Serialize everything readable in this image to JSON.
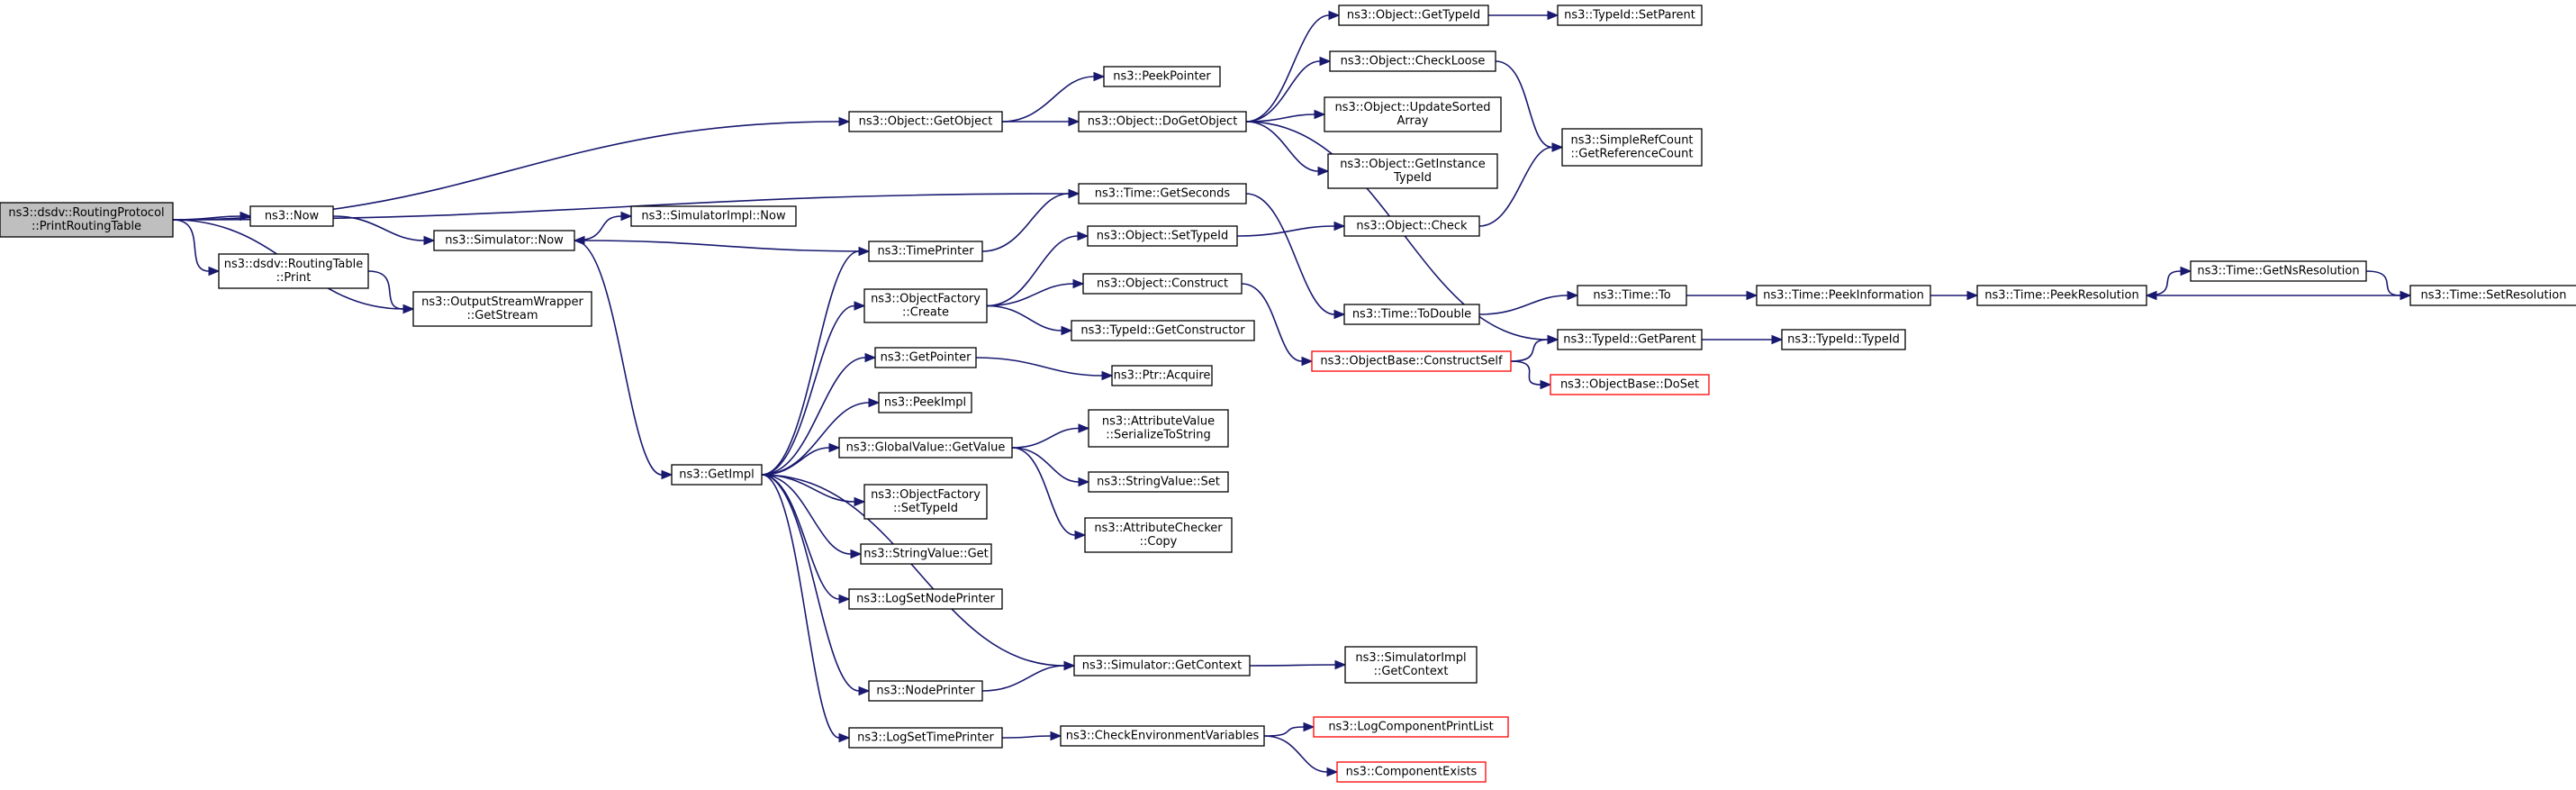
{
  "nodes": [
    {
      "id": "root",
      "lines": [
        "ns3::dsdv::RoutingProtocol",
        "::PrintRoutingTable"
      ],
      "style": "root"
    },
    {
      "id": "getobject",
      "lines": [
        "ns3::Object::GetObject"
      ]
    },
    {
      "id": "peekpointer",
      "lines": [
        "ns3::PeekPointer"
      ]
    },
    {
      "id": "dogetobject",
      "lines": [
        "ns3::Object::DoGetObject"
      ]
    },
    {
      "id": "obj_gettypeid",
      "lines": [
        "ns3::Object::GetTypeId"
      ]
    },
    {
      "id": "typeid_setparent",
      "lines": [
        "ns3::TypeId::SetParent"
      ]
    },
    {
      "id": "checkloose",
      "lines": [
        "ns3::Object::CheckLoose"
      ]
    },
    {
      "id": "updatesorted",
      "lines": [
        "ns3::Object::UpdateSorted",
        "Array"
      ]
    },
    {
      "id": "getinstance",
      "lines": [
        "ns3::Object::GetInstance",
        "TypeId"
      ]
    },
    {
      "id": "refcount",
      "lines": [
        "ns3::SimpleRefCount",
        "::GetReferenceCount"
      ]
    },
    {
      "id": "now",
      "lines": [
        "ns3::Now"
      ]
    },
    {
      "id": "sim_now",
      "lines": [
        "ns3::Simulator::Now"
      ]
    },
    {
      "id": "simimpl_now",
      "lines": [
        "ns3::SimulatorImpl::Now"
      ]
    },
    {
      "id": "getseconds",
      "lines": [
        "ns3::Time::GetSeconds"
      ]
    },
    {
      "id": "obj_check",
      "lines": [
        "ns3::Object::Check"
      ]
    },
    {
      "id": "rt_print",
      "lines": [
        "ns3::dsdv::RoutingTable",
        "::Print"
      ]
    },
    {
      "id": "getstream",
      "lines": [
        "ns3::OutputStreamWrapper",
        "::GetStream"
      ]
    },
    {
      "id": "timeprinter",
      "lines": [
        "ns3::TimePrinter"
      ]
    },
    {
      "id": "factory_create",
      "lines": [
        "ns3::ObjectFactory",
        "::Create"
      ]
    },
    {
      "id": "obj_settypeid",
      "lines": [
        "ns3::Object::SetTypeId"
      ]
    },
    {
      "id": "obj_construct",
      "lines": [
        "ns3::Object::Construct"
      ]
    },
    {
      "id": "typeid_getctor",
      "lines": [
        "ns3::TypeId::GetConstructor"
      ]
    },
    {
      "id": "todouble",
      "lines": [
        "ns3::Time::ToDouble"
      ]
    },
    {
      "id": "time_to",
      "lines": [
        "ns3::Time::To"
      ]
    },
    {
      "id": "peekinfo",
      "lines": [
        "ns3::Time::PeekInformation"
      ]
    },
    {
      "id": "peekres",
      "lines": [
        "ns3::Time::PeekResolution"
      ]
    },
    {
      "id": "getnsres",
      "lines": [
        "ns3::Time::GetNsResolution"
      ]
    },
    {
      "id": "setres",
      "lines": [
        "ns3::Time::SetResolution"
      ]
    },
    {
      "id": "constructself",
      "lines": [
        "ns3::ObjectBase::ConstructSelf"
      ],
      "style": "red"
    },
    {
      "id": "typeid_getparent",
      "lines": [
        "ns3::TypeId::GetParent"
      ]
    },
    {
      "id": "typeid_typeid",
      "lines": [
        "ns3::TypeId::TypeId"
      ]
    },
    {
      "id": "doset",
      "lines": [
        "ns3::ObjectBase::DoSet"
      ],
      "style": "red"
    },
    {
      "id": "getpointer",
      "lines": [
        "ns3::GetPointer"
      ]
    },
    {
      "id": "ptr_acquire",
      "lines": [
        "ns3::Ptr::Acquire"
      ]
    },
    {
      "id": "peekimpl",
      "lines": [
        "ns3::PeekImpl"
      ]
    },
    {
      "id": "globalvalue_get",
      "lines": [
        "ns3::GlobalValue::GetValue"
      ]
    },
    {
      "id": "attr_serialize",
      "lines": [
        "ns3::AttributeValue",
        "::SerializeToString"
      ]
    },
    {
      "id": "getimpl",
      "lines": [
        "ns3::GetImpl"
      ]
    },
    {
      "id": "stringvalue_set",
      "lines": [
        "ns3::StringValue::Set"
      ]
    },
    {
      "id": "factory_settypeid",
      "lines": [
        "ns3::ObjectFactory",
        "::SetTypeId"
      ]
    },
    {
      "id": "attrchecker_copy",
      "lines": [
        "ns3::AttributeChecker",
        "::Copy"
      ]
    },
    {
      "id": "stringvalue_get",
      "lines": [
        "ns3::StringValue::Get"
      ]
    },
    {
      "id": "lognodeprinter",
      "lines": [
        "ns3::LogSetNodePrinter"
      ]
    },
    {
      "id": "sim_getcontext",
      "lines": [
        "ns3::Simulator::GetContext"
      ]
    },
    {
      "id": "simimpl_getcontext",
      "lines": [
        "ns3::SimulatorImpl",
        "::GetContext"
      ]
    },
    {
      "id": "nodeprinter",
      "lines": [
        "ns3::NodePrinter"
      ]
    },
    {
      "id": "logtimeprinter",
      "lines": [
        "ns3::LogSetTimePrinter"
      ]
    },
    {
      "id": "checkenv",
      "lines": [
        "ns3::CheckEnvironmentVariables"
      ]
    },
    {
      "id": "logcomplist",
      "lines": [
        "ns3::LogComponentPrintList"
      ],
      "style": "red"
    },
    {
      "id": "compexists",
      "lines": [
        "ns3::ComponentExists"
      ],
      "style": "red"
    }
  ],
  "edges": [
    [
      "root",
      "getobject"
    ],
    [
      "root",
      "getseconds"
    ],
    [
      "root",
      "now"
    ],
    [
      "root",
      "rt_print"
    ],
    [
      "root",
      "getstream"
    ],
    [
      "getobject",
      "peekpointer"
    ],
    [
      "getobject",
      "dogetobject"
    ],
    [
      "dogetobject",
      "obj_gettypeid"
    ],
    [
      "dogetobject",
      "checkloose"
    ],
    [
      "dogetobject",
      "updatesorted"
    ],
    [
      "dogetobject",
      "getinstance"
    ],
    [
      "dogetobject",
      "typeid_getparent"
    ],
    [
      "obj_gettypeid",
      "typeid_setparent"
    ],
    [
      "checkloose",
      "refcount"
    ],
    [
      "now",
      "sim_now"
    ],
    [
      "sim_now",
      "simimpl_now"
    ],
    [
      "sim_now",
      "getimpl"
    ],
    [
      "rt_print",
      "getstream"
    ],
    [
      "timeprinter",
      "sim_now"
    ],
    [
      "timeprinter",
      "getseconds"
    ],
    [
      "getseconds",
      "todouble"
    ],
    [
      "obj_check",
      "refcount"
    ],
    [
      "todouble",
      "time_to"
    ],
    [
      "time_to",
      "peekinfo"
    ],
    [
      "peekinfo",
      "peekres"
    ],
    [
      "peekres",
      "getnsres"
    ],
    [
      "getnsres",
      "setres"
    ],
    [
      "setres",
      "peekres"
    ],
    [
      "factory_create",
      "obj_settypeid"
    ],
    [
      "factory_create",
      "obj_construct"
    ],
    [
      "factory_create",
      "typeid_getctor"
    ],
    [
      "obj_settypeid",
      "obj_check"
    ],
    [
      "obj_construct",
      "constructself"
    ],
    [
      "constructself",
      "typeid_getparent"
    ],
    [
      "constructself",
      "doset"
    ],
    [
      "typeid_getparent",
      "typeid_typeid"
    ],
    [
      "getpointer",
      "ptr_acquire"
    ],
    [
      "globalvalue_get",
      "attr_serialize"
    ],
    [
      "globalvalue_get",
      "stringvalue_set"
    ],
    [
      "globalvalue_get",
      "attrchecker_copy"
    ],
    [
      "getimpl",
      "timeprinter"
    ],
    [
      "getimpl",
      "factory_create"
    ],
    [
      "getimpl",
      "getpointer"
    ],
    [
      "getimpl",
      "peekimpl"
    ],
    [
      "getimpl",
      "globalvalue_get"
    ],
    [
      "getimpl",
      "factory_settypeid"
    ],
    [
      "getimpl",
      "stringvalue_get"
    ],
    [
      "getimpl",
      "lognodeprinter"
    ],
    [
      "getimpl",
      "sim_getcontext"
    ],
    [
      "getimpl",
      "nodeprinter"
    ],
    [
      "getimpl",
      "logtimeprinter"
    ],
    [
      "sim_getcontext",
      "simimpl_getcontext"
    ],
    [
      "nodeprinter",
      "sim_getcontext"
    ],
    [
      "logtimeprinter",
      "checkenv"
    ],
    [
      "checkenv",
      "logcomplist"
    ],
    [
      "checkenv",
      "compexists"
    ]
  ]
}
